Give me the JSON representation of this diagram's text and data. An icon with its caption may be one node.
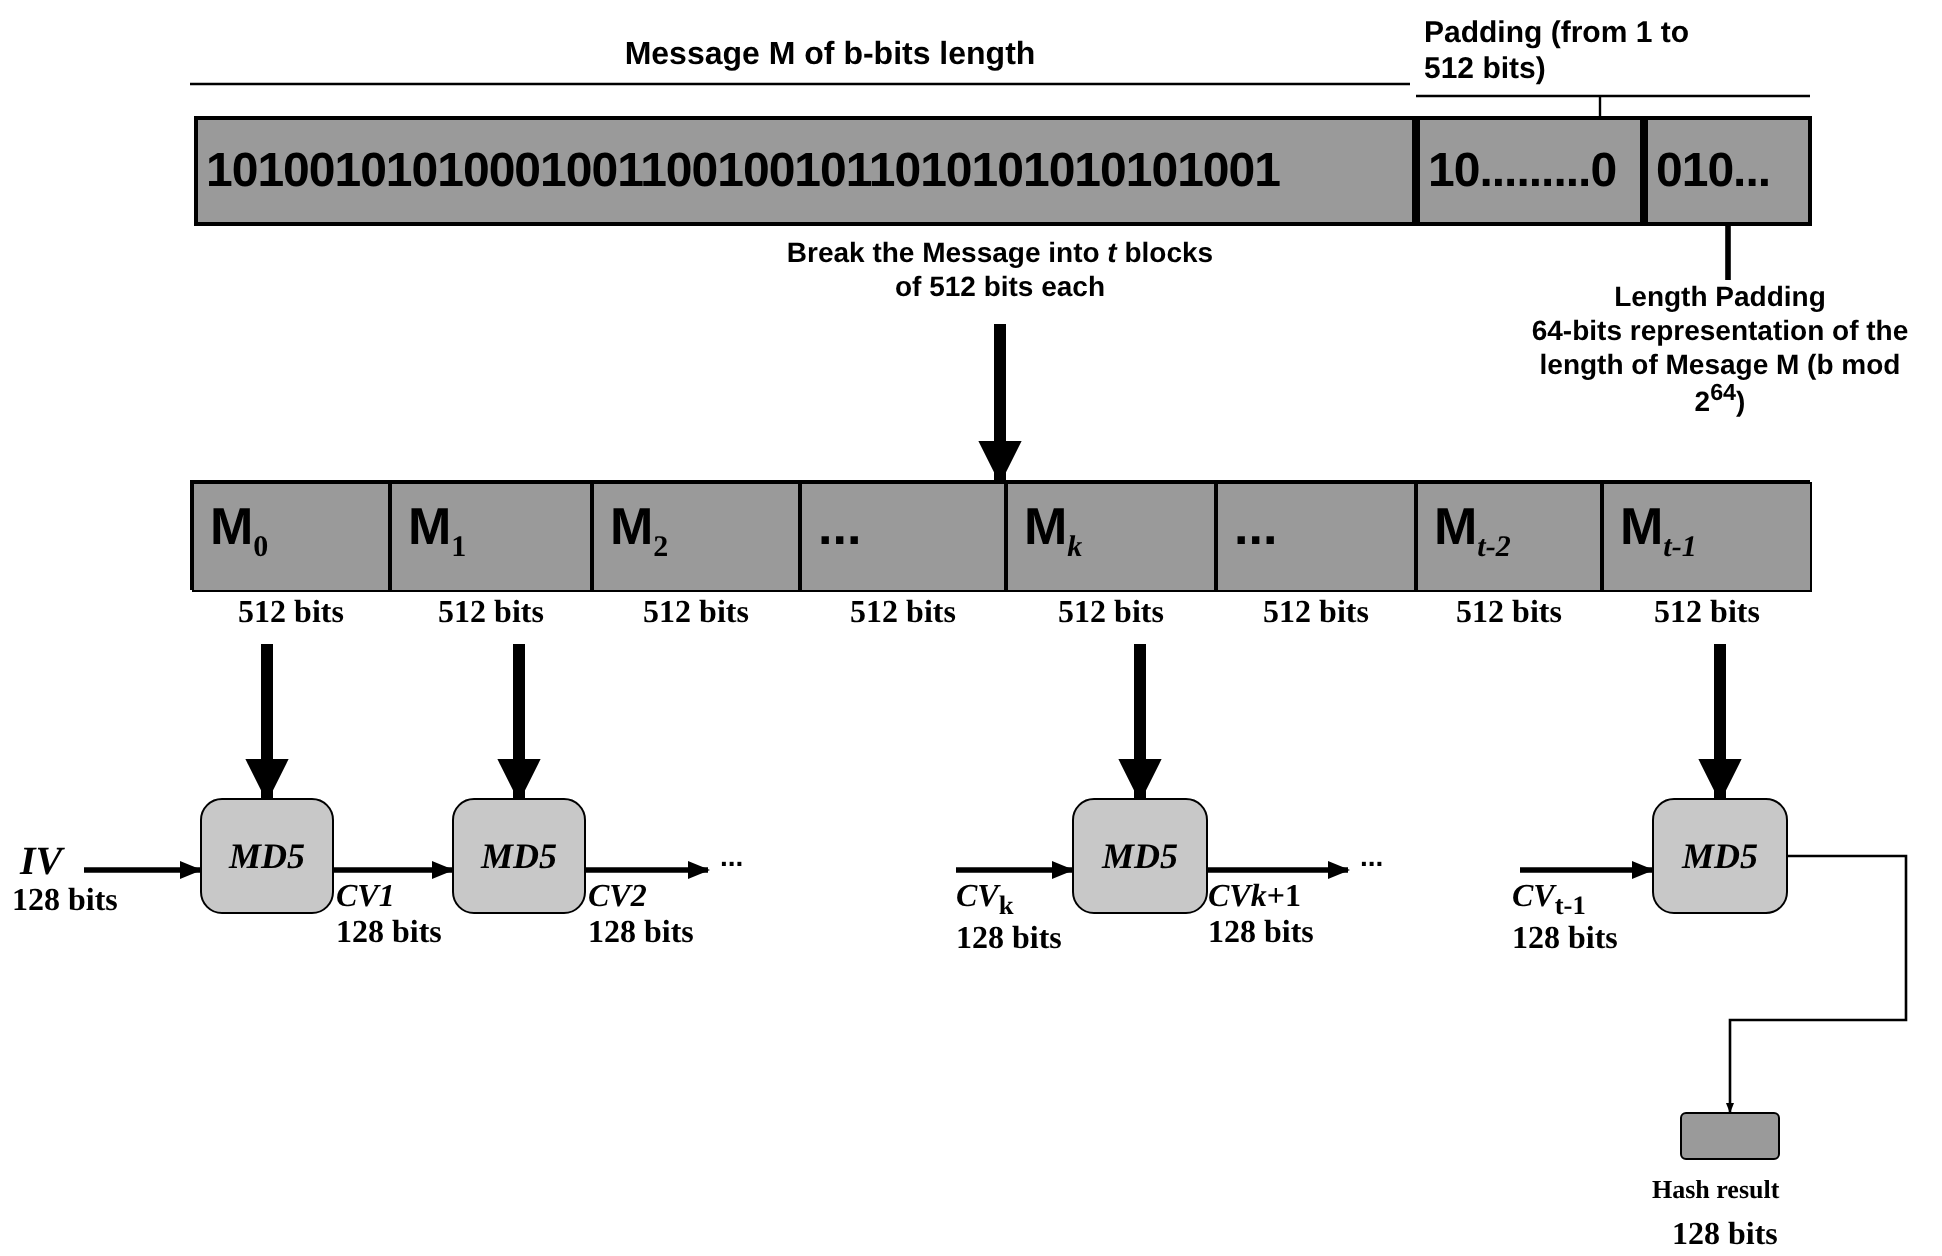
{
  "diagram": {
    "nodes": [
      {
        "text": [
          "101001010100010011001001011010101010101001"
        ]
      },
      {
        "text": [
          "10.........0"
        ]
      },
      {
        "text": [
          "010..."
        ]
      },
      {
        "text": [
          "Length Padding",
          "64-bits representation of the length of Mesage M (b mod 2$^{64}$)"
        ]
      },
      {
        "text": [
          "Break the Message into *t* blocks of 512 bits each"
        ]
      },
      {
        "text": [],
        "shape": "bar"
      },
      {
        "text": [
          "M$_{0}$"
        ],
        "in": 5,
        "beside": [
          "512 bits"
        ]
      },
      {
        "text": [
          "M$_{1}$"
        ],
        "in": 5,
        "beside": [
          "512 bits"
        ]
      },
      {
        "text": [
          "M$_{2}$"
        ],
        "in": 5,
        "beside": [
          "512 bits"
        ]
      },
      {
        "text": [
          "..."
        ],
        "in": 5,
        "beside": [
          "512 bits"
        ]
      },
      {
        "text": [
          "M$_{k}$"
        ],
        "in": 5,
        "beside": [
          "512 bits"
        ]
      },
      {
        "text": [
          "..."
        ],
        "in": 5,
        "beside": [
          "512 bits"
        ]
      },
      {
        "text": [
          "M$_{t-2}$"
        ],
        "in": 5,
        "beside": [
          "512 bits"
        ]
      },
      {
        "text": [
          "M$_{t-1}$"
        ],
        "in": 5,
        "beside": [
          "512 bits"
        ]
      },
      {
        "text": [
          "IV"
        ],
        "beside": [
          "128 bits"
        ]
      },
      {
        "text": [
          "MD5"
        ]
      },
      {
        "text": [
          "MD5"
        ]
      },
      {
        "text": [
          "MD5"
        ]
      },
      {
        "text": [
          "MD5"
        ]
      },
      {
        "text": [],
        "shape": "box",
        "beside": [
          "Hash result",
          "128 bits"
        ]
      },
      {
        "text": [
          "..."
        ]
      },
      {
        "text": [
          "..."
        ]
      }
    ],
    "edges": [
      {
        "from": 3,
        "to": 2,
        "arrow": "none"
      },
      {
        "from": 4,
        "to": 5,
        "arrow": "to",
        "style": "thick"
      },
      {
        "from": 6,
        "to": 15,
        "arrow": "to",
        "style": "thick"
      },
      {
        "from": 7,
        "to": 16,
        "arrow": "to",
        "style": "thick"
      },
      {
        "from": 10,
        "to": 17,
        "arrow": "to",
        "style": "thick"
      },
      {
        "from": 13,
        "to": 18,
        "arrow": "to",
        "style": "thick"
      },
      {
        "from": 14,
        "to": 15,
        "arrow": "to"
      },
      {
        "from": 15,
        "to": 16,
        "arrow": "to",
        "label": "*CV1* 128 bits"
      },
      {
        "from": 16,
        "to": 20,
        "arrow": "to",
        "label": "*CV2* 128 bits"
      },
      {
        "from": null,
        "to": 17,
        "arrow": "to",
        "label": "*CV*$_{k}$ 128 bits"
      },
      {
        "from": 17,
        "to": 21,
        "arrow": "to",
        "label": "*CVk*+1 128 bits"
      },
      {
        "from": null,
        "to": 18,
        "arrow": "to",
        "label": "*CV*$_{t-1}$ 128 bits"
      },
      {
        "from": 18,
        "to": 19,
        "arrow": "to"
      }
    ],
    "labels": [
      "Message M of b-bits length",
      "Padding (from 1 to 512 bits)"
    ]
  }
}
